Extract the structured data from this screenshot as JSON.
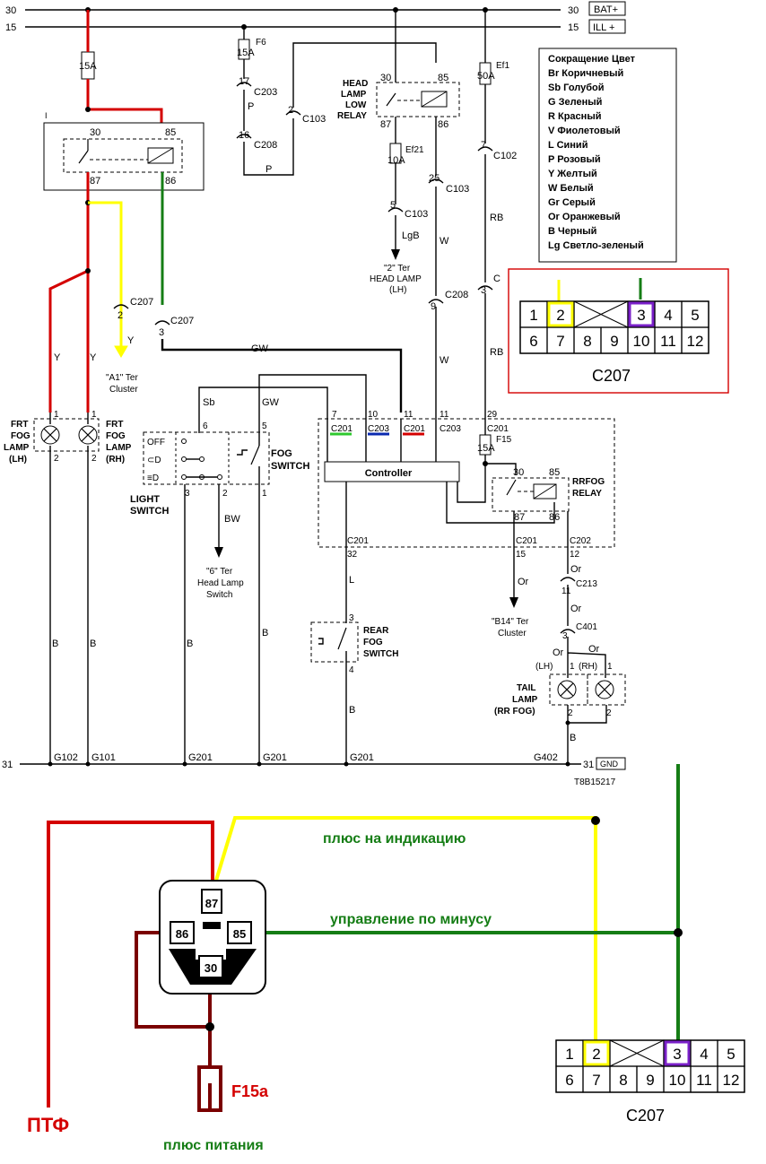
{
  "colors": {
    "red": "#d40000",
    "green": "#157d15",
    "yellow": "#ffff00",
    "purple": "#7a20c8",
    "blue": "#0a2ab0",
    "darkred": "#7a0000",
    "lime": "#2ec82e"
  },
  "rails": {
    "r30_left": "30",
    "r15_left": "15",
    "r30_right": "30",
    "r15_right": "15",
    "bat": "BAT+",
    "ill": "ILL +",
    "r31_left": "31",
    "r31_right": "31",
    "gnd": "GND"
  },
  "fuses": {
    "main": "15A",
    "f6_name": "F6",
    "f6_val": "15A",
    "ef1_name": "Ef1",
    "ef1_val": "50A",
    "ef21_name": "Ef21",
    "ef21_val": "10A",
    "f15_name": "F15",
    "f15_val": "15A"
  },
  "relay_top": {
    "p30": "30",
    "p85": "85",
    "p87": "87",
    "p86": "86",
    "mark": "I"
  },
  "head_relay": {
    "name": "HEAD LAMP LOW RELAY",
    "l1": "HEAD",
    "l2": "LAMP",
    "l3": "LOW",
    "l4": "RELAY",
    "p30": "30",
    "p85": "85",
    "p87": "87",
    "p86": "86"
  },
  "connectors": {
    "c203_17": "17",
    "c203": "C203",
    "p_wire": "P",
    "c208_16": "16",
    "c208": "C208",
    "c103_2": "2",
    "c103": "C103",
    "c103_25": "25",
    "c103_5": "5",
    "c102_7": "7",
    "c102": "C102",
    "c_3": "3",
    "c_label": "C",
    "c208_9": "9",
    "c207_2": "2",
    "c207": "C207",
    "c207_3": "3"
  },
  "wires": {
    "y1": "Y",
    "y2": "Y",
    "y3": "Y",
    "gw1": "GW",
    "gw2": "GW",
    "sb": "Sb",
    "lgb": "LgB",
    "w1": "W",
    "w2": "W",
    "rb1": "RB",
    "rb2": "RB",
    "bw": "BW",
    "b1": "B",
    "b2": "B",
    "b3": "B",
    "b4": "B",
    "b5": "B",
    "b6": "B",
    "l": "L",
    "or1": "Or",
    "or2": "Or",
    "or3": "Or",
    "or4": "Or"
  },
  "refs": {
    "a1_l1": "\"A1\" Ter",
    "a1_l2": "Cluster",
    "lh_l1": "\"2\" Ter",
    "lh_l2": "HEAD LAMP",
    "lh_l3": "(LH)",
    "sw_l1": "\"6\" Ter",
    "sw_l2": "Head Lamp",
    "sw_l3": "Switch",
    "b14_l1": "\"B14\" Ter",
    "b14_l2": "Cluster"
  },
  "fog_lamps": {
    "lh_1": "FRT",
    "lh_2": "FOG",
    "lh_3": "LAMP",
    "lh_4": "(LH)",
    "rh_1": "FRT",
    "rh_2": "FOG",
    "rh_3": "LAMP",
    "rh_4": "(RH)",
    "pin1a": "1",
    "pin2a": "2",
    "pin1b": "1",
    "pin2b": "2"
  },
  "light_switch": {
    "off": "OFF",
    "l1": "LIGHT",
    "l2": "SWITCH",
    "p6": "6",
    "p3": "3",
    "p2": "2"
  },
  "fog_switch": {
    "l1": "FOG",
    "l2": "SWITCH",
    "p5": "5",
    "p1": "1"
  },
  "controller": {
    "label": "Controller",
    "p7": "7",
    "p10": "10",
    "p11a": "11",
    "p11b": "11",
    "p29": "29",
    "p32": "32",
    "p15": "15",
    "p12": "12",
    "c201a": "C201",
    "c203a": "C203",
    "c201b": "C201",
    "c203b": "C203",
    "c201c": "C201",
    "c201d": "C201",
    "c201e": "C201",
    "c202": "C202"
  },
  "rrfog_relay": {
    "l1": "RRFOG",
    "l2": "RELAY",
    "p30": "30",
    "p85": "85",
    "p87": "87",
    "p86": "86"
  },
  "rear_fog": {
    "l1": "REAR",
    "l2": "FOG",
    "l3": "SWITCH",
    "p3": "3",
    "p4": "4"
  },
  "tail": {
    "c213_11": "11",
    "c213": "C213",
    "c401_3": "3",
    "c401": "C401",
    "lh": "(LH)",
    "rh": "(RH)",
    "p1a": "1",
    "p1b": "1",
    "p2a": "2",
    "p2b": "2",
    "l1": "TAIL",
    "l2": "LAMP",
    "l3": "(RR FOG)"
  },
  "grounds": {
    "g102": "G102",
    "g101": "G101",
    "g201a": "G201",
    "g201b": "G201",
    "g201c": "G201",
    "g402": "G402",
    "code": "T8B15217"
  },
  "legend": {
    "title": "Сокращение Цвет",
    "items": [
      {
        "abbr": "Br",
        "name": "Коричневый"
      },
      {
        "abbr": "Sb",
        "name": "Голубой"
      },
      {
        "abbr": "G",
        "name": "Зеленый"
      },
      {
        "abbr": "R",
        "name": "Красный"
      },
      {
        "abbr": "V",
        "name": "Фиолетовый"
      },
      {
        "abbr": "L",
        "name": "Синий"
      },
      {
        "abbr": "P",
        "name": "Розовый"
      },
      {
        "abbr": "Y",
        "name": "Желтый"
      },
      {
        "abbr": "W",
        "name": "Белый"
      },
      {
        "abbr": "Gr",
        "name": "Серый"
      },
      {
        "abbr": "Or",
        "name": "Оранжевый"
      },
      {
        "abbr": "B",
        "name": "Черный"
      },
      {
        "abbr": "Lg",
        "name": "Светло-зеленый"
      }
    ]
  },
  "connector_grid": {
    "row1": [
      "1",
      "2",
      "",
      "3",
      "4",
      "5"
    ],
    "row2": [
      "6",
      "7",
      "8",
      "9",
      "10",
      "11",
      "12"
    ],
    "label": "C207"
  },
  "annotations": {
    "indication": "плюс на индикацию",
    "control": "управление по минусу",
    "fuse": "F15a",
    "ptf": "ПТФ",
    "power": "плюс питания"
  },
  "relay_big": {
    "p87": "87",
    "p86": "86",
    "p85": "85",
    "p30": "30"
  }
}
